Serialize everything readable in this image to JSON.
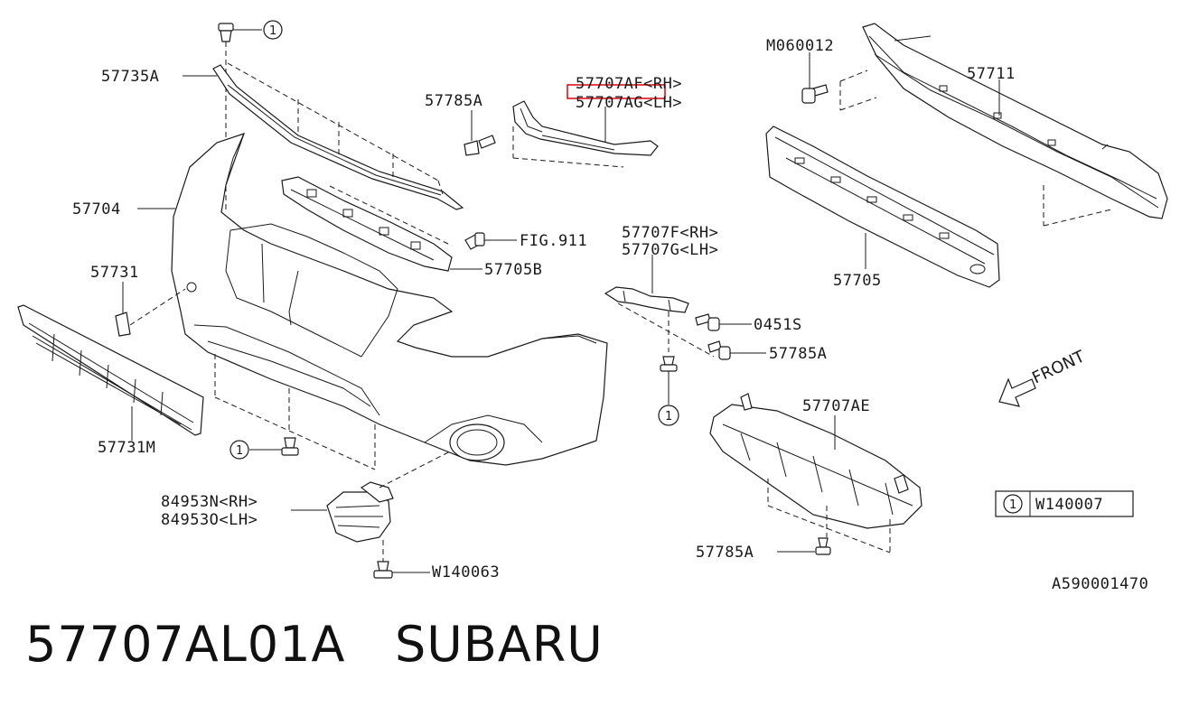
{
  "labels": {
    "l57735A": "57735A",
    "l57704": "57704",
    "l57731": "57731",
    "l57731M": "57731M",
    "l84953N": "84953N<RH>",
    "l84953O": "84953O<LH>",
    "lW140063": "W140063",
    "l57785A_top": "57785A",
    "l57707AF": "57707AF<RH>",
    "l57707AG": "57707AG<LH>",
    "lFIG911": "FIG.911",
    "l57705B": "57705B",
    "l57707F": "57707F<RH>",
    "l57707G": "57707G<LH>",
    "l0451S": "0451S",
    "l57785A_mid": "57785A",
    "l57707AE": "57707AE",
    "l57785A_bot": "57785A",
    "lM060012": "M060012",
    "l57711": "57711",
    "l57705": "57705",
    "lW140007": "W140007",
    "lA590001470": "A590001470",
    "front": "FRONT",
    "circle_num": "1"
  },
  "footer": {
    "part_number": "57707AL01A",
    "brand": "SUBARU"
  },
  "highlight_color": "#e0121a"
}
